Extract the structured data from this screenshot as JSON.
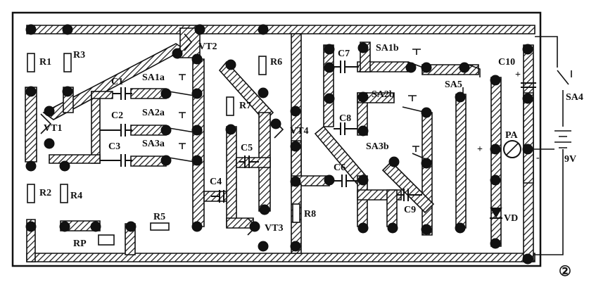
{
  "labels": {
    "R1": "R1",
    "R2": "R2",
    "R3": "R3",
    "R4": "R4",
    "R5": "R5",
    "R6": "R6",
    "R7": "R7",
    "R8": "R8",
    "RP": "RP",
    "VT1": "VT1",
    "VT2": "VT2",
    "VT3": "VT3",
    "VT4": "VT4",
    "C1": "C1",
    "C2": "C2",
    "C3": "C3",
    "C4": "C4",
    "C5": "C5",
    "C6": "C6",
    "C7": "C7",
    "C8": "C8",
    "C9": "C9",
    "C10": "C10",
    "SA1a": "SA1a",
    "SA2a": "SA2a",
    "SA3a": "SA3a",
    "SA1b": "SA1b",
    "SA2b": "SA2b",
    "SA3b": "SA3b",
    "SA4": "SA4",
    "SA5": "SA5",
    "PA": "PA",
    "VD": "VD",
    "battery": "9V",
    "plus": "+",
    "minus": "-",
    "figure_number": "②"
  }
}
